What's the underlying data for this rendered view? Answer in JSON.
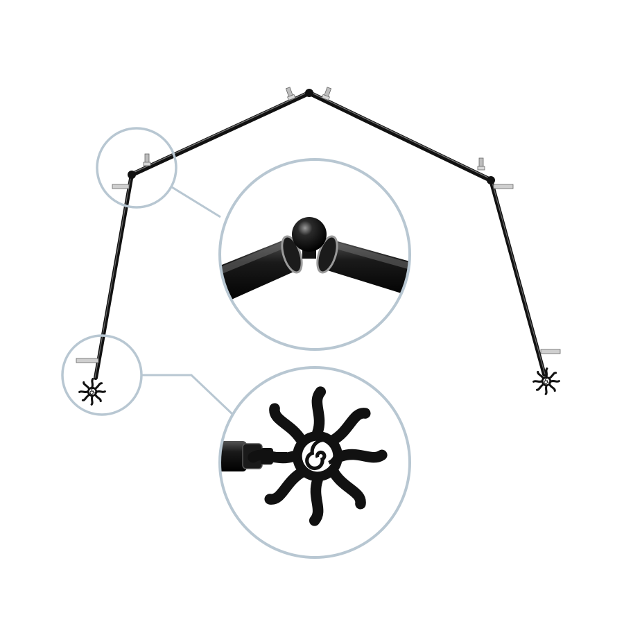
{
  "image": {
    "subject": "curtain-rod-bay-window",
    "background_color": "#ffffff",
    "rod_color": "#111111",
    "callout_ring_color": "#b8c7d2",
    "bracket_color": "#cfcfcf"
  },
  "callouts": [
    {
      "name": "corner-connector-detail",
      "icon": "ball-elbow-icon"
    },
    {
      "name": "finial-detail",
      "icon": "sun-finial-icon"
    }
  ]
}
